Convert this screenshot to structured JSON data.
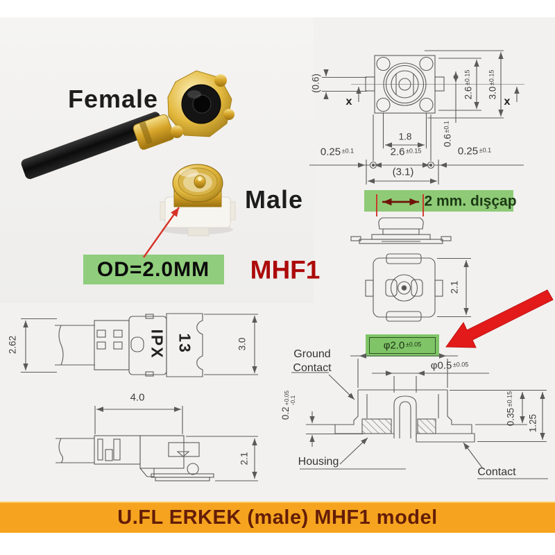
{
  "colors": {
    "background": "#f2f1ef",
    "banner_bg": "#f6a41f",
    "banner_text": "#641d08",
    "callout_green": "#8fcb77",
    "model_red": "#ac0a0a",
    "arrow_red": "#e31a1a",
    "line_gray": "#5a5a5a"
  },
  "photos": {
    "female_label": "Female",
    "male_label": "Male",
    "od_callout": "OD=2.0MM",
    "model_name": "MHF1",
    "outer_dia_callout": "2 mm. dışçap"
  },
  "front_view": {
    "tab_height": {
      "v": "(0.6)"
    },
    "marker_left": "x",
    "marker_right": "x",
    "pad_pitch_top": {
      "v": "1.8"
    },
    "offset": {
      "v": "0.6",
      "t": "±0.1"
    },
    "body_height": {
      "v": "2.6",
      "t": "±0.15"
    },
    "total_height": {
      "v": "3.0",
      "t": "±0.15"
    },
    "pad_left": {
      "v": "0.25",
      "t": "±0.1"
    },
    "pad_pitch_bottom": {
      "v": "2.6",
      "t": "±0.15"
    },
    "pad_right": {
      "v": "0.25",
      "t": "±0.1"
    },
    "total_width": {
      "v": "(3.1)"
    }
  },
  "plan_view": {
    "height": {
      "v": "2.1"
    }
  },
  "plug_view": {
    "width": {
      "v": "2.62"
    },
    "height": {
      "v": "3.0"
    },
    "length": {
      "v": "4.0"
    },
    "side_height": {
      "v": "2.1"
    },
    "marking_top": "IPX",
    "marking_bottom": "13"
  },
  "cross_section": {
    "outer_dia": {
      "v": "φ2.0",
      "t": "±0.05"
    },
    "pin_dia": {
      "v": "φ0.5",
      "t": "±0.05"
    },
    "base_thickness": {
      "v": "0.2",
      "t_plus": "+0.05",
      "t_minus": "-0.1"
    },
    "standoff": {
      "v": "0.35",
      "t": "±0.15"
    },
    "total_height": {
      "v": "1.25"
    },
    "label_ground_line1": "Ground",
    "label_ground_line2": "Contact",
    "label_housing": "Housing",
    "label_contact": "Contact"
  },
  "banner": {
    "title": "U.FL ERKEK (male) MHF1 model"
  }
}
